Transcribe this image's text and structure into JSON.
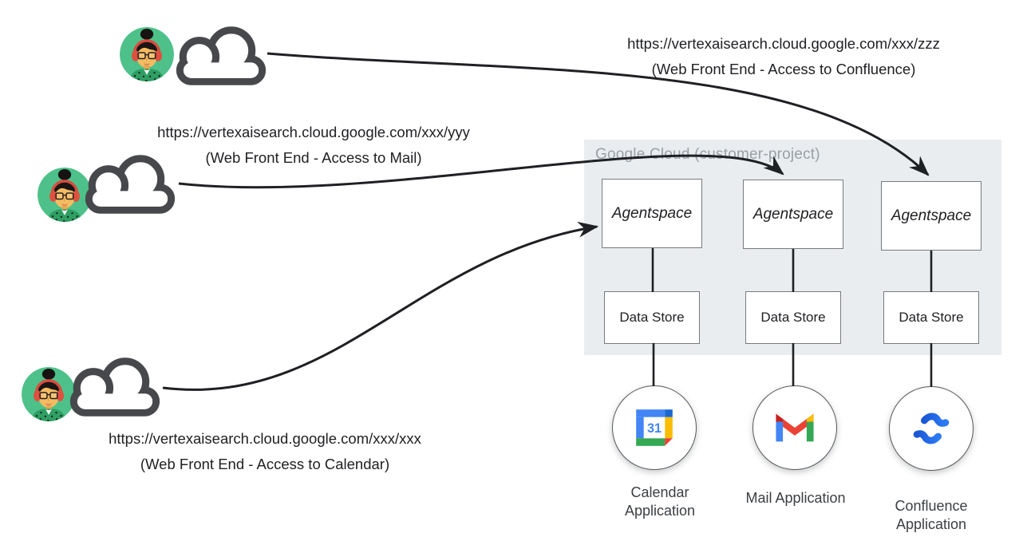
{
  "users": [
    {
      "name": "confluence-user",
      "url": "https://vertexaisearch.cloud.google.com/xxx/zzz",
      "caption": "(Web Front End - Access to Confluence)"
    },
    {
      "name": "mail-user",
      "url": "https://vertexaisearch.cloud.google.com/xxx/yyy",
      "caption": "(Web Front End - Access to Mail)"
    },
    {
      "name": "calendar-user",
      "url": "https://vertexaisearch.cloud.google.com/xxx/xxx",
      "caption": "(Web Front End - Access to Calendar)"
    }
  ],
  "panel": {
    "label": "Google Cloud (customer-project)"
  },
  "columns": [
    {
      "agent": "Agentspace",
      "datastore": "Data Store",
      "app": "Calendar Application",
      "icon": "google-calendar-icon",
      "calendar_day": "31"
    },
    {
      "agent": "Agentspace",
      "datastore": "Data Store",
      "app": "Mail Application",
      "icon": "gmail-icon"
    },
    {
      "agent": "Agentspace",
      "datastore": "Data Store",
      "app": "Confluence Application",
      "icon": "confluence-icon"
    }
  ],
  "colors": {
    "panel_bg": "#e9edf0",
    "panel_label_gray": "#9aa0a6",
    "diagram_line": "#1f2023",
    "box_border": "#787b7e",
    "text": "#202124",
    "avatar_green": "#4dc189",
    "cloud_stroke": "#47484b",
    "calendar_blue": "#4285f4",
    "calendar_dark_blue": "#1967d2",
    "calendar_yellow": "#fbbc04",
    "calendar_green": "#34a853",
    "calendar_red": "#ea4335",
    "gmail_dark_red": "#c5221f",
    "confluence_blue": "#2368ee"
  }
}
